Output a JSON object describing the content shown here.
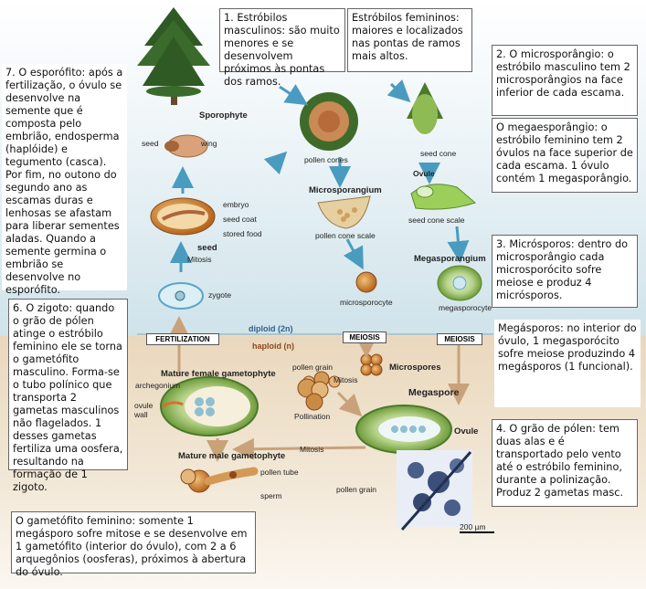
{
  "notes": {
    "microstrobili": "1. Estróbilos masculinos: são muito menores e se desenvolvem próximos às pontas dos ramos.",
    "megastrobili": "Estróbilos femininos: maiores e localizados nas pontas de ramos mais altos.",
    "microsporangium": "2. O microsporângio: o estróbilo masculino tem 2 microsporângios na face inferior de cada escama.",
    "megasporangium": "O megaesporângio: o estróbilo feminino tem 2 óvulos na face superior de cada escama. 1 óvulo contém 1 megasporângio.",
    "microspores": "3. Micrósporos: dentro do microsporângio cada microsporócito sofre meiose e produz 4 micrósporos.",
    "megaspores": "Megásporos: no interior do óvulo, 1 megasporócito sofre meiose produzindo 4 megásporos (1 funcional).",
    "pollen": "4. O grão de pólen: tem duas alas e é transportado pelo vento até o estróbilo feminino, durante a polinização. Produz 2 gametas masc.",
    "female_gametophyte": "O gametófito feminino: somente 1 megásporo sofre mitose e se desenvolve em 1 gametófito (interior do óvulo), com 2 a 6 arquegônios (oosferas), próximos à abertura do óvulo.",
    "zygote": "6. O zigoto: quando o grão de pólen atinge o estróbilo feminino ele se torna o gametófito masculino. Forma-se o tubo polínico que transporta 2 gametas masculinos não flagelados. 1 desses gametas fertiliza uma oosfera, resultando na formação de 1 zigoto.",
    "sporophyte": "7. O esporófito: após a fertilização, o óvulo se desenvolve na semente que é composta pelo embrião, endosperma (haplóide) e tegumento (casca). Por fim, no outono do segundo ano as escamas duras e lenhosas se afastam para liberar sementes aladas. Quando a semente germina o embrião se desenvolve no esporófito."
  },
  "labels": {
    "sporophyte": "Sporophyte",
    "seed": "seed",
    "wing": "wing",
    "embryo": "embryo",
    "seed_coat": "seed coat",
    "stored_food": "stored food",
    "seed_bold": "seed",
    "mitosis_1": "Mitosis",
    "zygote": "zygote",
    "pollen_cones": "pollen cones",
    "seed_cone": "seed cone",
    "ovule_top": "Ovule",
    "microsporangium": "Microsporangium",
    "pollen_cone_scale": "pollen cone scale",
    "seed_cone_scale": "seed cone scale",
    "megasporangium": "Megasporangium",
    "microsporocyte": "microsporocyte",
    "megasporocyte": "megasporocyte",
    "diploid": "diploid (2n)",
    "haploid": "haploid (n)",
    "fertilization": "FERTILIZATION",
    "meiosis_1": "MEIOSIS",
    "meiosis_2": "MEIOSIS",
    "mature_female": "Mature female gametophyte",
    "archegonium": "archegonium",
    "ovule_wall": "ovule\nwall",
    "pollen_grain_1": "pollen grain",
    "mitosis_2": "Mitosis",
    "microspores": "Microspores",
    "megaspore": "Megaspore",
    "pollination": "Pollination",
    "ovule": "Ovule",
    "mitosis_3": "Mitosis",
    "mature_male": "Mature male gametophyte",
    "pollen_tube": "pollen tube",
    "sperm": "sperm",
    "pollen_grain_2": "pollen grain",
    "scale_bar": "200 µm"
  },
  "colors": {
    "diploid_text": "#2f5f8a",
    "haploid_text": "#8a4a1a",
    "arrow": "#5aa6c8"
  }
}
